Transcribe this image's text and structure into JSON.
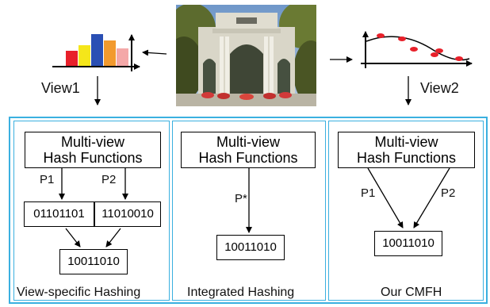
{
  "view_labels": {
    "left": "View1",
    "right": "View2"
  },
  "panels": [
    {
      "function_box": [
        "Multi-view",
        "Hash Functions"
      ],
      "projections": [
        "P1",
        "P2"
      ],
      "codes": [
        "01101101",
        "11010010"
      ],
      "result_code": "10011010",
      "caption": "View-specific Hashing"
    },
    {
      "function_box": [
        "Multi-view",
        "Hash Functions"
      ],
      "projections": [
        "P*"
      ],
      "result_code": "10011010",
      "caption": "Integrated Hashing"
    },
    {
      "function_box": [
        "Multi-view",
        "Hash Functions"
      ],
      "projections": [
        "P1",
        "P2"
      ],
      "result_code": "10011010",
      "caption": "Our CMFH"
    }
  ],
  "colors": {
    "frame": "#3ab0e0",
    "hist_bars": [
      "#e8202a",
      "#f5e61a",
      "#2a4fb4",
      "#f29a2e",
      "#f4a8a8"
    ],
    "curve_points": "#e8202a"
  }
}
